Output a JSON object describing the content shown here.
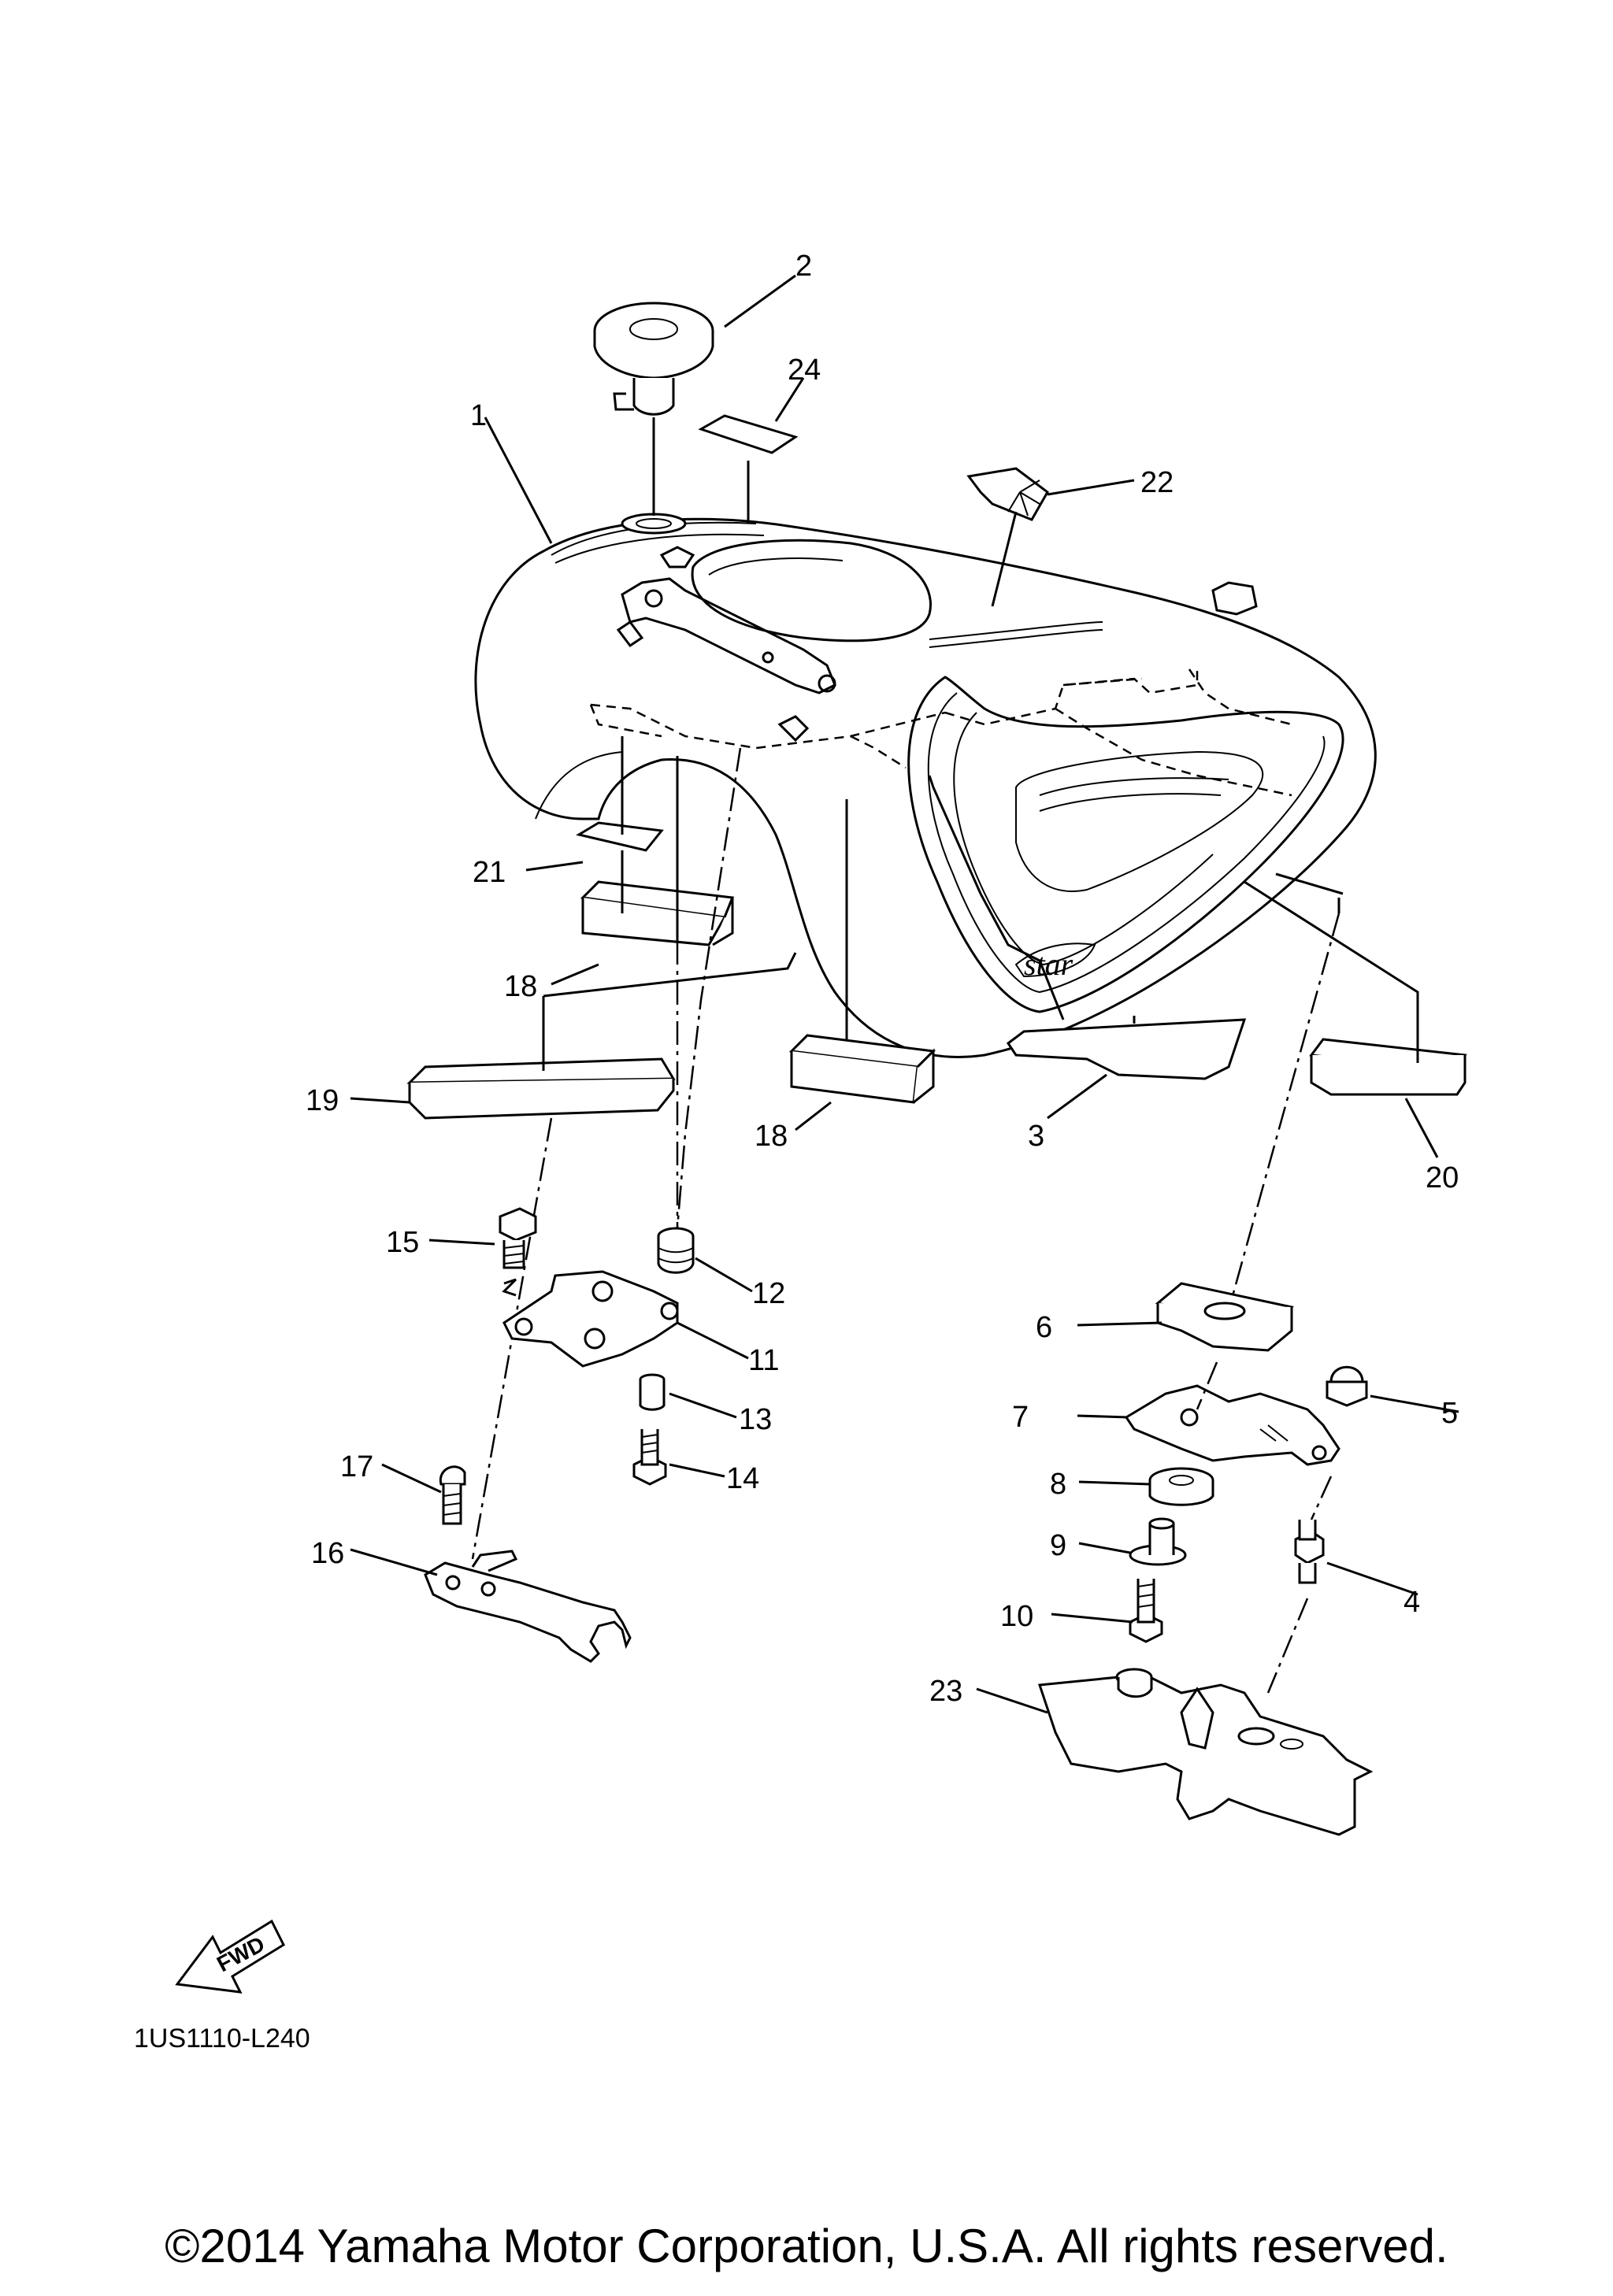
{
  "callouts": [
    {
      "id": "c1",
      "label": "1"
    },
    {
      "id": "c2",
      "label": "2"
    },
    {
      "id": "c3",
      "label": "3"
    },
    {
      "id": "c4",
      "label": "4"
    },
    {
      "id": "c5",
      "label": "5"
    },
    {
      "id": "c6",
      "label": "6"
    },
    {
      "id": "c7",
      "label": "7"
    },
    {
      "id": "c8",
      "label": "8"
    },
    {
      "id": "c9",
      "label": "9"
    },
    {
      "id": "c10",
      "label": "10"
    },
    {
      "id": "c11",
      "label": "11"
    },
    {
      "id": "c12",
      "label": "12"
    },
    {
      "id": "c13",
      "label": "13"
    },
    {
      "id": "c14",
      "label": "14"
    },
    {
      "id": "c15",
      "label": "15"
    },
    {
      "id": "c16",
      "label": "16"
    },
    {
      "id": "c17",
      "label": "17"
    },
    {
      "id": "c18a",
      "label": "18"
    },
    {
      "id": "c18b",
      "label": "18"
    },
    {
      "id": "c19",
      "label": "19"
    },
    {
      "id": "c20",
      "label": "20"
    },
    {
      "id": "c21",
      "label": "21"
    },
    {
      "id": "c22",
      "label": "22"
    },
    {
      "id": "c23",
      "label": "23"
    },
    {
      "id": "c24",
      "label": "24"
    }
  ],
  "fwd_label": "FWD",
  "diagram_code": "1US1110-L240",
  "copyright": "©2014 Yamaha Motor Corporation, U.S.A. All rights reserved."
}
